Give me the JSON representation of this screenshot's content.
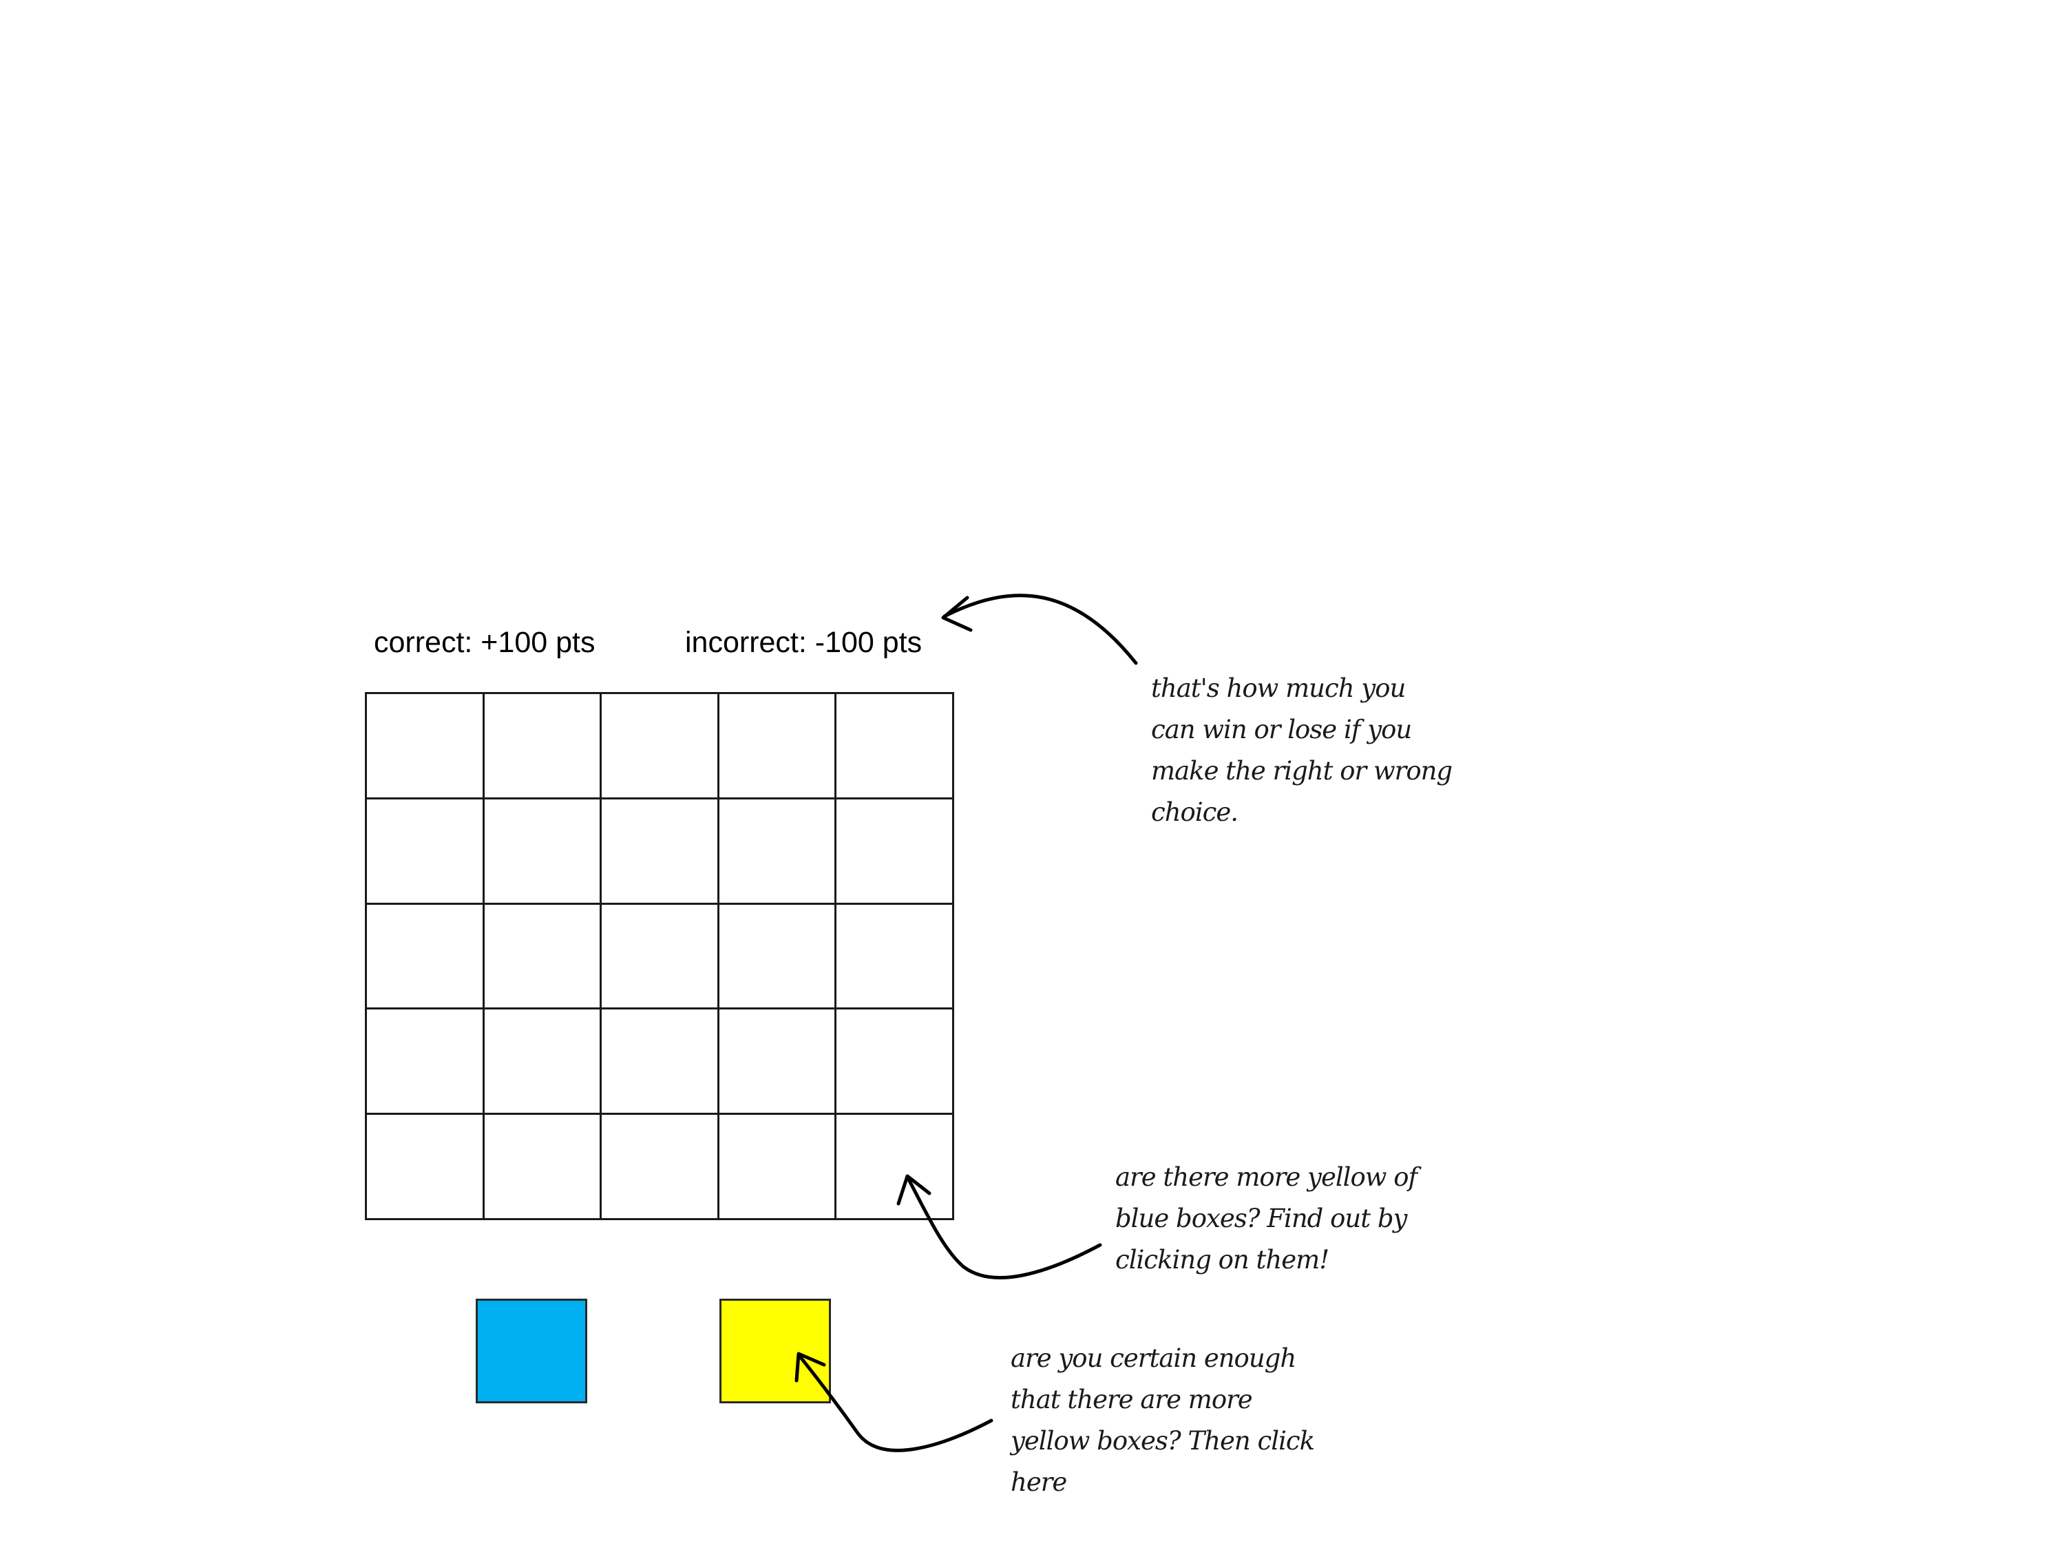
{
  "stakes": {
    "correct": "correct: +100 pts",
    "incorrect": "incorrect: -100 pts"
  },
  "grid": {
    "rows": 5,
    "columns": 5
  },
  "choices": {
    "blue": {
      "color": "#00b0f0"
    },
    "yellow": {
      "color": "#ffff00"
    }
  },
  "annotations": {
    "stakes_note": [
      "that's how much you",
      "can win or lose if you",
      "make the right or wrong",
      "choice."
    ],
    "grid_note": [
      "are there more yellow of",
      "blue boxes? Find out by",
      "clicking on them!"
    ],
    "confirm_note": [
      "are you certain enough",
      "that there are more",
      "yellow boxes? Then click",
      "here"
    ]
  }
}
